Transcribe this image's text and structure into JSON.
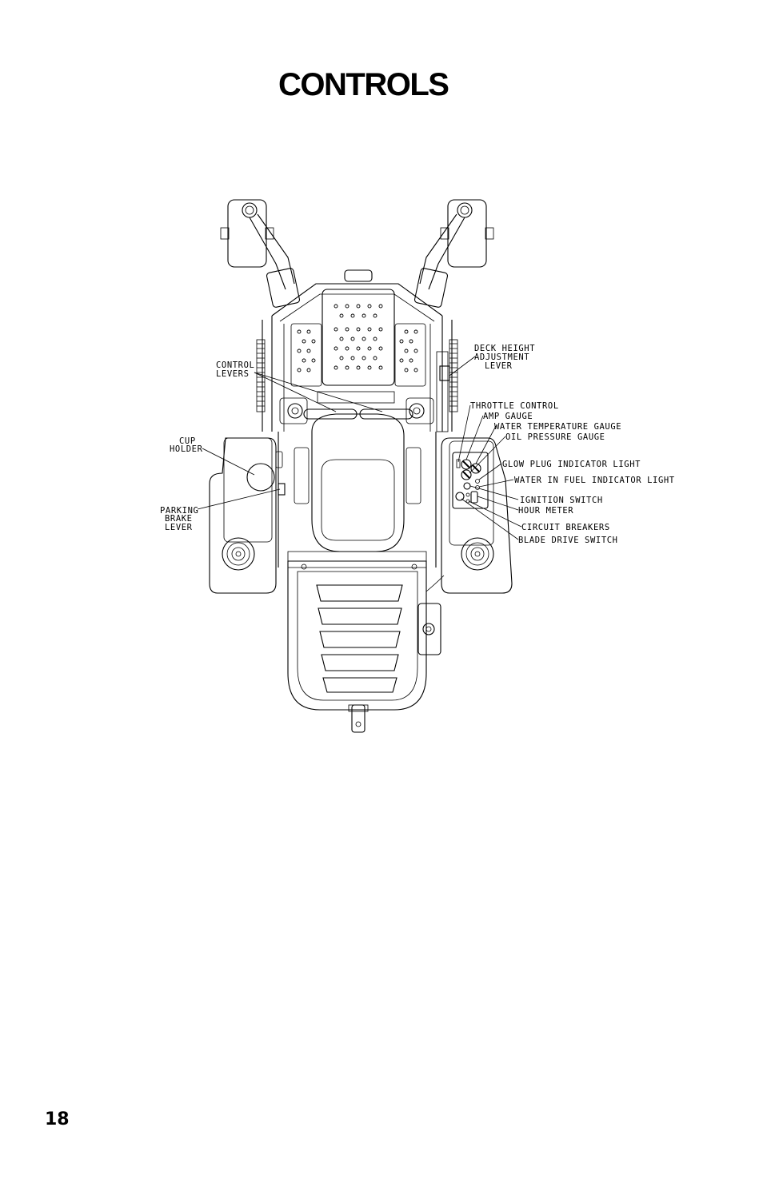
{
  "page": {
    "title": "CONTROLS",
    "page_number": "18"
  },
  "labels": {
    "control_levers": [
      "CONTROL",
      "LEVERS"
    ],
    "cup_holder": [
      "CUP",
      "HOLDER"
    ],
    "parking_brake_lever": [
      "PARKING",
      "BRAKE",
      "LEVER"
    ],
    "deck_height_adjustment_lever": [
      "DECK HEIGHT",
      "ADJUSTMENT",
      "LEVER"
    ],
    "throttle_control": "THROTTLE CONTROL",
    "amp_gauge": "AMP GAUGE",
    "water_temperature_gauge": "WATER TEMPERATURE GAUGE",
    "oil_pressure_gauge": "OIL PRESSURE GAUGE",
    "glow_plug_indicator_light": "GLOW PLUG INDICATOR LIGHT",
    "water_in_fuel_indicator_light": "WATER IN FUEL INDICATOR LIGHT",
    "ignition_switch": "IGNITION SWITCH",
    "hour_meter": "HOUR METER",
    "circuit_breakers": "CIRCUIT BREAKERS",
    "blade_drive_switch": "BLADE DRIVE SWITCH"
  }
}
